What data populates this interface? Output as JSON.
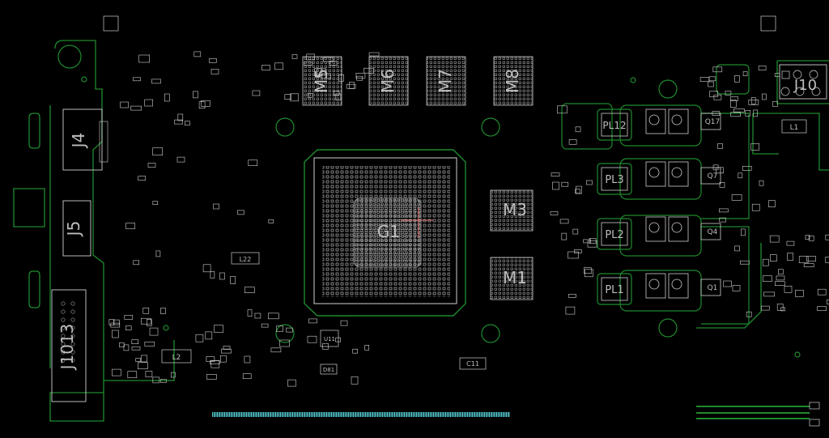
{
  "viewer": {
    "background": "#000000",
    "outline_color": "#1f8a2e",
    "silk_color": "#cfcfcf",
    "label_color": "#a9a9a9",
    "slot_color": "#4fc3c9",
    "crosshair_color": "#e07070"
  },
  "labels": {
    "gpu": "G1",
    "m1": "M1",
    "m3": "M3",
    "m5": "M5",
    "m6": "M6",
    "m7": "M7",
    "m8": "M8",
    "j4": "J4",
    "j5": "J5",
    "j10": "J10",
    "j1013": "J1013",
    "pl1": "PL1",
    "pl2": "PL2",
    "pl3": "PL3",
    "pl12": "PL12",
    "q1": "Q1",
    "q4": "Q4",
    "q7": "Q7",
    "q17": "Q17",
    "l1": "L1",
    "l2": "L2",
    "l22": "L22",
    "c11": "C11",
    "u11": "U11",
    "d81": "D81"
  }
}
